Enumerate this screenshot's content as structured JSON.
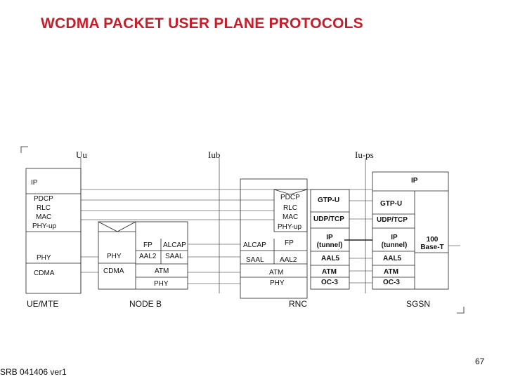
{
  "title": "WCDMA PACKET USER PLANE PROTOCOLS",
  "interfaces": {
    "uu": "Uu",
    "iub": "Iub",
    "iups": "Iu-ps"
  },
  "ue": {
    "ip": "IP",
    "pdcp": "PDCP",
    "rlc": "RLC",
    "mac": "MAC",
    "phyup": "PHY-up",
    "phy": "PHY",
    "cdma": "CDMA",
    "name": "UE/MTE"
  },
  "nodeb": {
    "phy": "PHY",
    "cdma": "CDMA",
    "fp": "FP",
    "alcap": "ALCAP",
    "aal2": "AAL2",
    "saal": "SAAL",
    "atm": "ATM",
    "phy2": "PHY",
    "name": "NODE B"
  },
  "rnc": {
    "pdcp": "PDCP",
    "rlc": "RLC",
    "mac": "MAC",
    "phyup": "PHY-up",
    "alcap": "ALCAP",
    "fp": "FP",
    "saal": "SAAL",
    "aal2": "AAL2",
    "atm": "ATM",
    "phy": "PHY",
    "gtpu": "GTP-U",
    "udptcp": "UDP/TCP",
    "ip_tunnel": "IP\n(tunnel)",
    "aal5": "AAL5",
    "atm2": "ATM",
    "oc3": "OC-3",
    "name": "RNC"
  },
  "sgsn": {
    "ip": "IP",
    "gtpu": "GTP-U",
    "udptcp": "UDP/TCP",
    "ip_tunnel": "IP\n(tunnel)",
    "aal5": "AAL5",
    "atm": "ATM",
    "oc3": "OC-3",
    "eth": "100\nBase-T",
    "name": "SGSN"
  },
  "page_number": "67",
  "footer": "SRB 041406 ver1"
}
